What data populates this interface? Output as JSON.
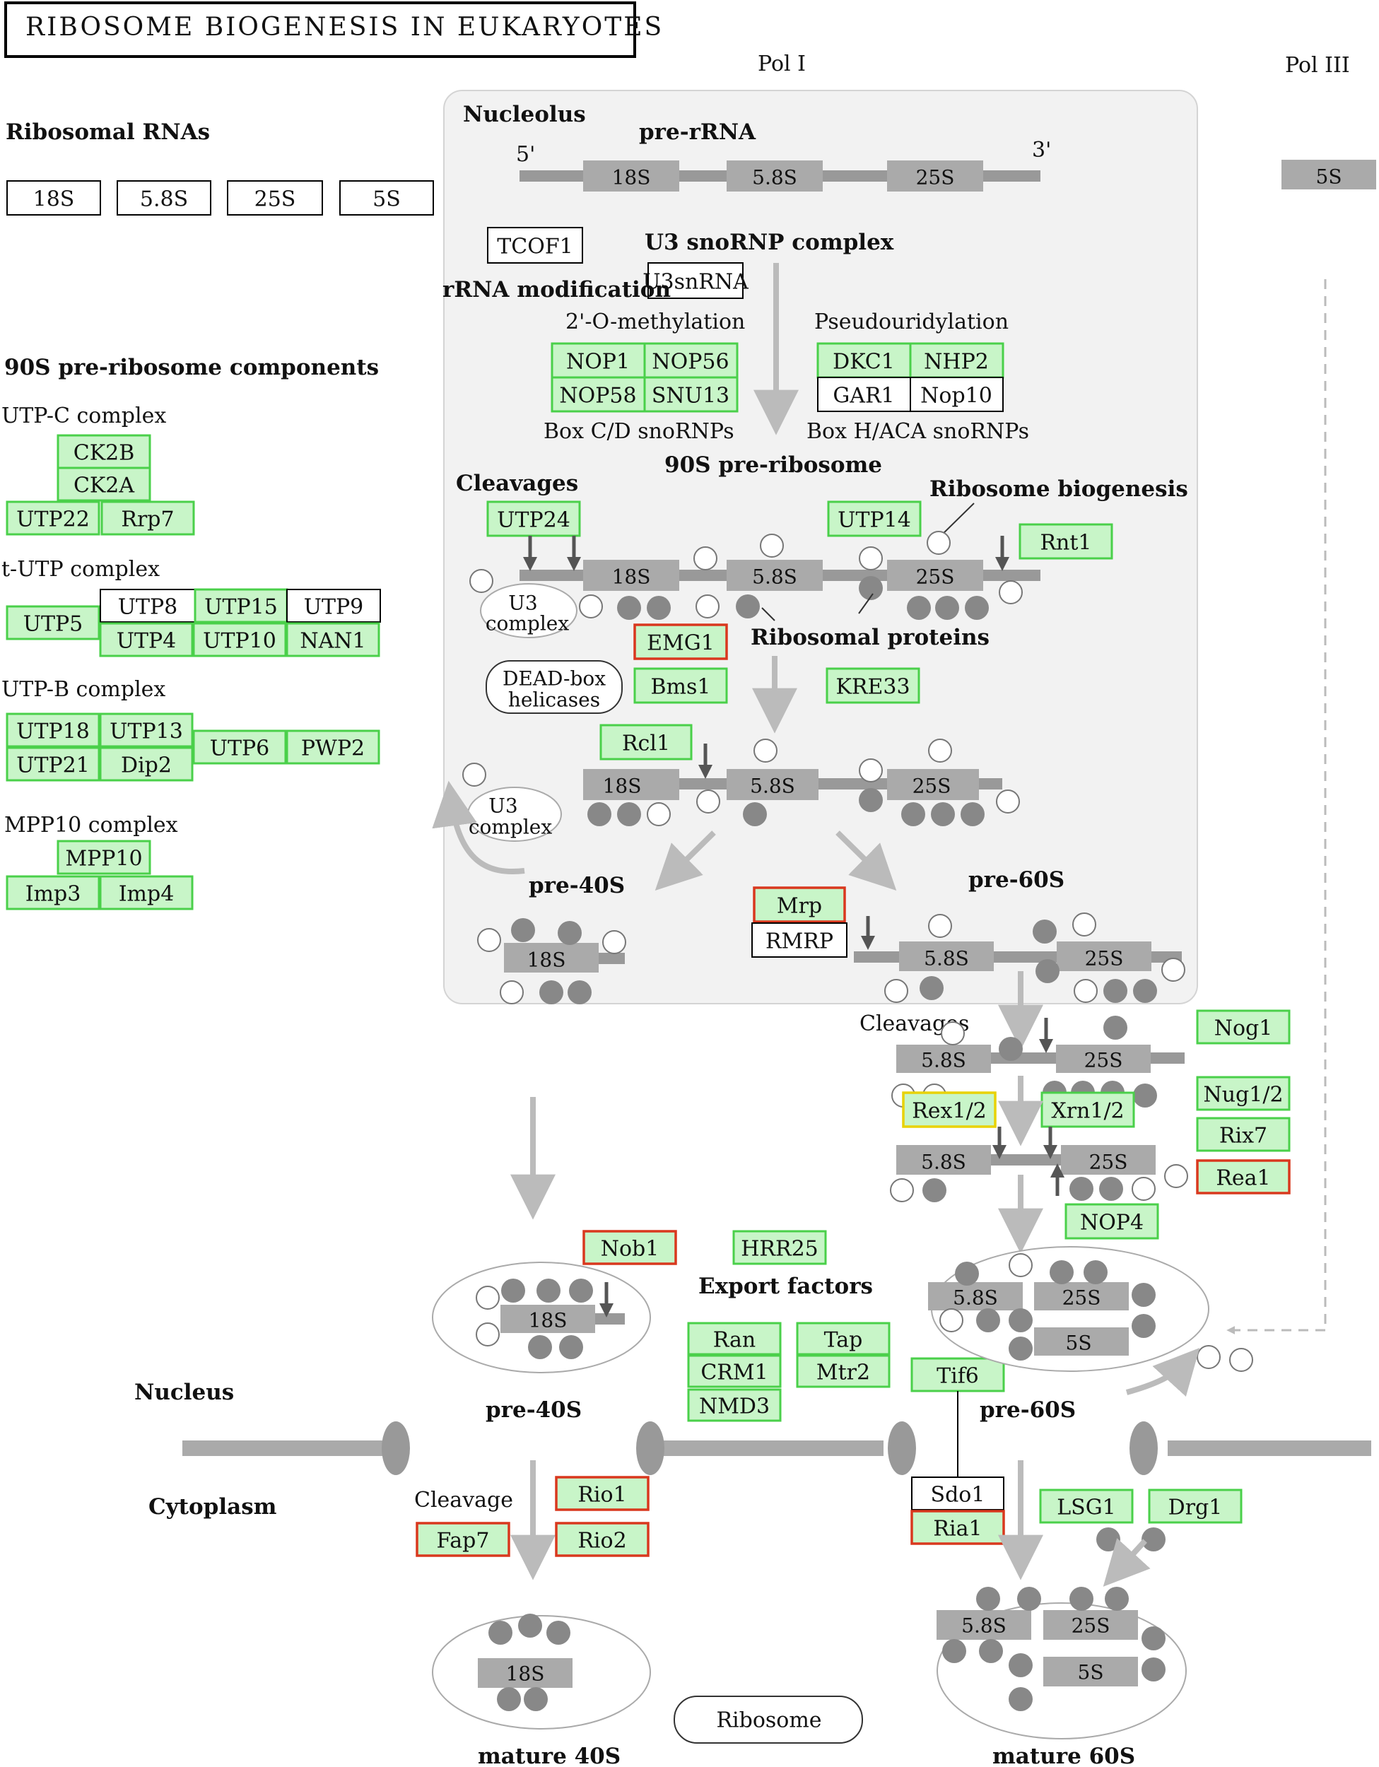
{
  "title": "RIBOSOME BIOGENESIS IN EUKARYOTES",
  "labels": {
    "pol1": "Pol I",
    "pol3": "Pol III",
    "nucleolus": "Nucleolus",
    "pre_rrna": "pre-rRNA",
    "five_prime": "5'",
    "three_prime": "3'",
    "ribosomal_rnas": "Ribosomal RNAs",
    "u3_snornp": "U3 snoRNP complex",
    "rrna_modification": "rRNA modification",
    "two_o_methylation": "2'-O-methylation",
    "pseudouridylation": "Pseudouridylation",
    "box_cd": "Box C/D snoRNPs",
    "box_haca": "Box H/ACA snoRNPs",
    "pre90s": "90S pre-ribosome",
    "pre90s_components": "90S pre-ribosome components",
    "cleavages": "Cleavages",
    "ribosome_biogenesis": "Ribosome biogenesis",
    "ribosomal_proteins": "Ribosomal proteins",
    "u3_complex_1": "U3",
    "u3_complex_2": "complex",
    "dead_box_1": "DEAD-box",
    "dead_box_2": "helicases",
    "pre40s": "pre-40S",
    "pre60s": "pre-60S",
    "cleavages2": "Cleavages",
    "cleavage": "Cleavage",
    "export_factors": "Export factors",
    "nucleus": "Nucleus",
    "cytoplasm": "Cytoplasm",
    "ribosome": "Ribosome",
    "mature40s": "mature 40S",
    "mature60s": "mature 60S",
    "utpc_complex": "UTP-C complex",
    "tutp_complex": "t-UTP complex",
    "utpb_complex": "UTP-B complex",
    "mpp10_complex": "MPP10 complex"
  },
  "rna": {
    "r18s": "18S",
    "r58s": "5.8S",
    "r25s": "25S",
    "r5s": "5S"
  },
  "genes": {
    "TCOF1": "TCOF1",
    "U3snRNA": "U3snRNA",
    "NOP1": "NOP1",
    "NOP56": "NOP56",
    "NOP58": "NOP58",
    "SNU13": "SNU13",
    "DKC1": "DKC1",
    "NHP2": "NHP2",
    "GAR1": "GAR1",
    "Nop10": "Nop10",
    "UTP24": "UTP24",
    "UTP14": "UTP14",
    "Rnt1": "Rnt1",
    "EMG1": "EMG1",
    "Bms1": "Bms1",
    "KRE33": "KRE33",
    "Rcl1": "Rcl1",
    "Mrp": "Mrp",
    "RMRP": "RMRP",
    "CK2B": "CK2B",
    "CK2A": "CK2A",
    "UTP22": "UTP22",
    "Rrp7": "Rrp7",
    "UTP5": "UTP5",
    "UTP8": "UTP8",
    "UTP15": "UTP15",
    "UTP9": "UTP9",
    "UTP4": "UTP4",
    "UTP10": "UTP10",
    "NAN1": "NAN1",
    "UTP18": "UTP18",
    "UTP13": "UTP13",
    "UTP21": "UTP21",
    "Dip2": "Dip2",
    "UTP6": "UTP6",
    "PWP2": "PWP2",
    "MPP10": "MPP10",
    "Imp3": "Imp3",
    "Imp4": "Imp4",
    "Nog1": "Nog1",
    "Nug1_2": "Nug1/2",
    "Rix7": "Rix7",
    "Rea1": "Rea1",
    "Rex1_2": "Rex1/2",
    "Xrn1_2": "Xrn1/2",
    "NOP4": "NOP4",
    "Nob1": "Nob1",
    "HRR25": "HRR25",
    "Ran": "Ran",
    "CRM1": "CRM1",
    "NMD3": "NMD3",
    "Tap": "Tap",
    "Mtr2": "Mtr2",
    "Tif6": "Tif6",
    "Rio1": "Rio1",
    "Rio2": "Rio2",
    "Fap7": "Fap7",
    "Sdo1": "Sdo1",
    "Ria1": "Ria1",
    "LSG1": "LSG1",
    "Drg1": "Drg1"
  },
  "colors": {
    "found": "#c8f5c8",
    "found_border": "#4ad04a",
    "highlight_red": "#d9381e",
    "highlight_yellow": "#e8d200",
    "rna": "#aaaaaa",
    "nucleolus_bg": "#f2f2f2"
  }
}
